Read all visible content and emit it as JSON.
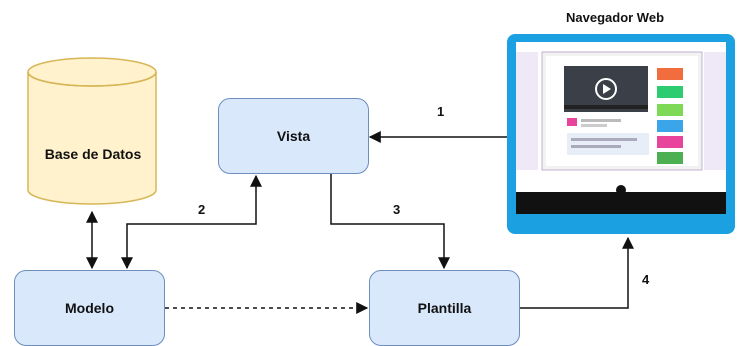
{
  "nodes": {
    "database": "Base de Datos",
    "view": "Vista",
    "model": "Modelo",
    "template": "Plantilla",
    "browser": "Navegador Web"
  },
  "edges": {
    "step1": "1",
    "step2": "2",
    "step3": "3",
    "step4": "4"
  },
  "colors": {
    "box_fill": "#dae8fc",
    "box_border": "#6c8ebf",
    "db_fill": "#fff2cc",
    "db_border": "#d6b656",
    "monitor": "#1ba1e2"
  }
}
